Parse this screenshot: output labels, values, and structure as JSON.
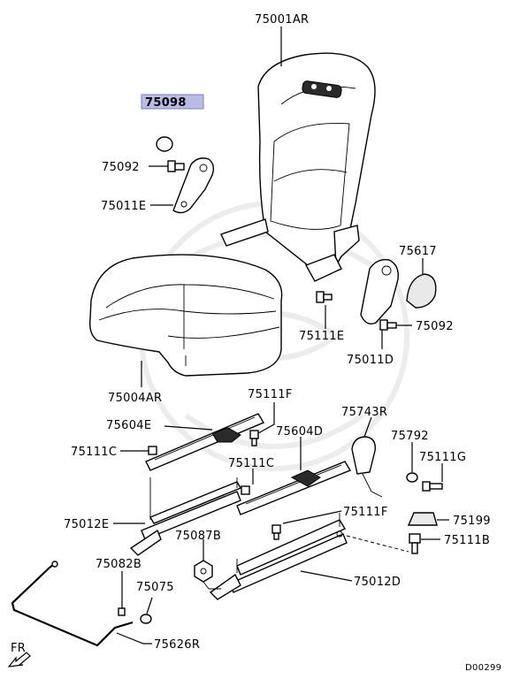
{
  "highlight_color": "#b9bde6",
  "labels": {
    "seat_back": "75001AR",
    "cap": "75098",
    "bolt_upper_left": "75092",
    "bracket_left": "75011E",
    "cushion": "75004AR",
    "knob": "75617",
    "bolt_mid_right": "75111E",
    "bolt_right": "75092",
    "bracket_right": "75011D",
    "bolt_f": "75111F",
    "rail_e": "75604E",
    "buckle": "75743R",
    "rail_d": "75604D",
    "washer": "75792",
    "bolt_c_left": "75111C",
    "bolt_c_mid": "75111C",
    "bolt_g": "75111G",
    "bolt_f2": "75111F",
    "slide_e": "75012E",
    "cover": "75199",
    "nut_b": "75087B",
    "bolt_b": "75111B",
    "clip_b": "75082B",
    "slide_d": "75012D",
    "washer_small": "75075",
    "rod": "75626R",
    "front": "FR",
    "code": "D00299"
  }
}
